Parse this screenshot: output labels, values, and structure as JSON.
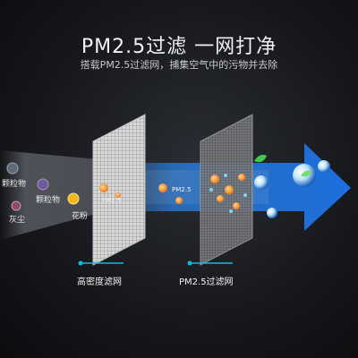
{
  "header": {
    "title": "PM2.5过滤 一网打净",
    "subtitle": "搭载PM2.5过滤网，捕集空气中的污物并去除"
  },
  "particles": {
    "particle1": "颗粒物",
    "particle2": "颗粒物",
    "dust": "灰尘",
    "pollen": "花粉",
    "pm25_small": "PM2.5",
    "pm25_mid": "PM2.5"
  },
  "filters": {
    "hepa_label": "高密度滤网",
    "pm25_label": "PM2.5过滤网"
  },
  "colors": {
    "arrow": "#1f7fe8",
    "accent_line": "#19b6d8",
    "orange_particle": "#ff8c1a"
  }
}
